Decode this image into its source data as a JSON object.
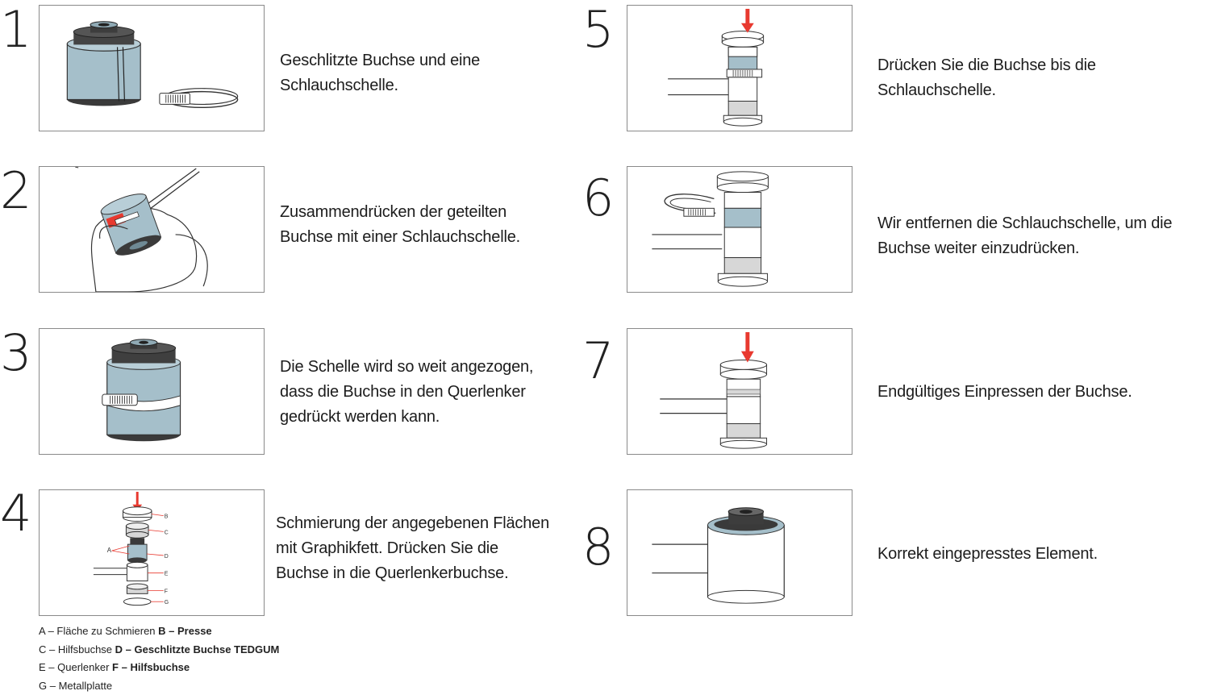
{
  "steps": [
    {
      "number": "1",
      "text": "Geschlitzte Buchse und eine Schlauchschelle.",
      "illustration": "bushing-and-hose-clamp"
    },
    {
      "number": "2",
      "text": "Zusammendrücken der geteilten Buchse mit einer Schlauchschelle.",
      "illustration": "hand-tightening-clamp"
    },
    {
      "number": "3",
      "text": "Die Schelle wird so weit angezogen, dass die Buchse in den Querlenker gedrückt werden kann.",
      "illustration": "clamped-bushing"
    },
    {
      "number": "4",
      "text": "Schmierung der angegebenen Flächen mit Graphikfett. Drücken Sie die Buchse in die Querlenkerbuchse.",
      "illustration": "exploded-press-stack"
    },
    {
      "number": "5",
      "text": "Drücken Sie die Buchse bis die Schlauchschelle.",
      "illustration": "press-to-clamp"
    },
    {
      "number": "6",
      "text": "Wir entfernen die Schlauchschelle, um die Buchse weiter einzudrücken.",
      "illustration": "clamp-removed"
    },
    {
      "number": "7",
      "text": "Endgültiges Einpressen der Buchse.",
      "illustration": "final-press"
    },
    {
      "number": "8",
      "text": "Korrekt eingepresstes Element.",
      "illustration": "pressed-element"
    }
  ],
  "diagram_labels": {
    "a": "A",
    "b": "B",
    "c": "C",
    "d": "D",
    "e": "E",
    "f": "F",
    "g": "G"
  },
  "legend": [
    [
      {
        "key": "A – ",
        "text": "Fläche zu Schmieren",
        "bold": false
      },
      {
        "key": "  B – ",
        "text": "Presse",
        "bold": true
      }
    ],
    [
      {
        "key": "C – ",
        "text": "Hilfsbuchse",
        "bold": false
      },
      {
        "key": "  D – ",
        "text": "Geschlitzte Buchse TEDGUM",
        "bold": true
      }
    ],
    [
      {
        "key": "E – ",
        "text": "Querlenker",
        "bold": false
      },
      {
        "key": "  F – ",
        "text": "Hilfsbuchse",
        "bold": true
      }
    ],
    [
      {
        "key": "G – ",
        "text": "Metallplatte",
        "bold": false
      }
    ]
  ],
  "colors": {
    "rubber_blue": "#a5bfca",
    "dark_core": "#3a3a3a",
    "press_arrow": "#e8392f",
    "frame_border": "#8a8a8a",
    "gray_ring": "#d7d7d7"
  }
}
